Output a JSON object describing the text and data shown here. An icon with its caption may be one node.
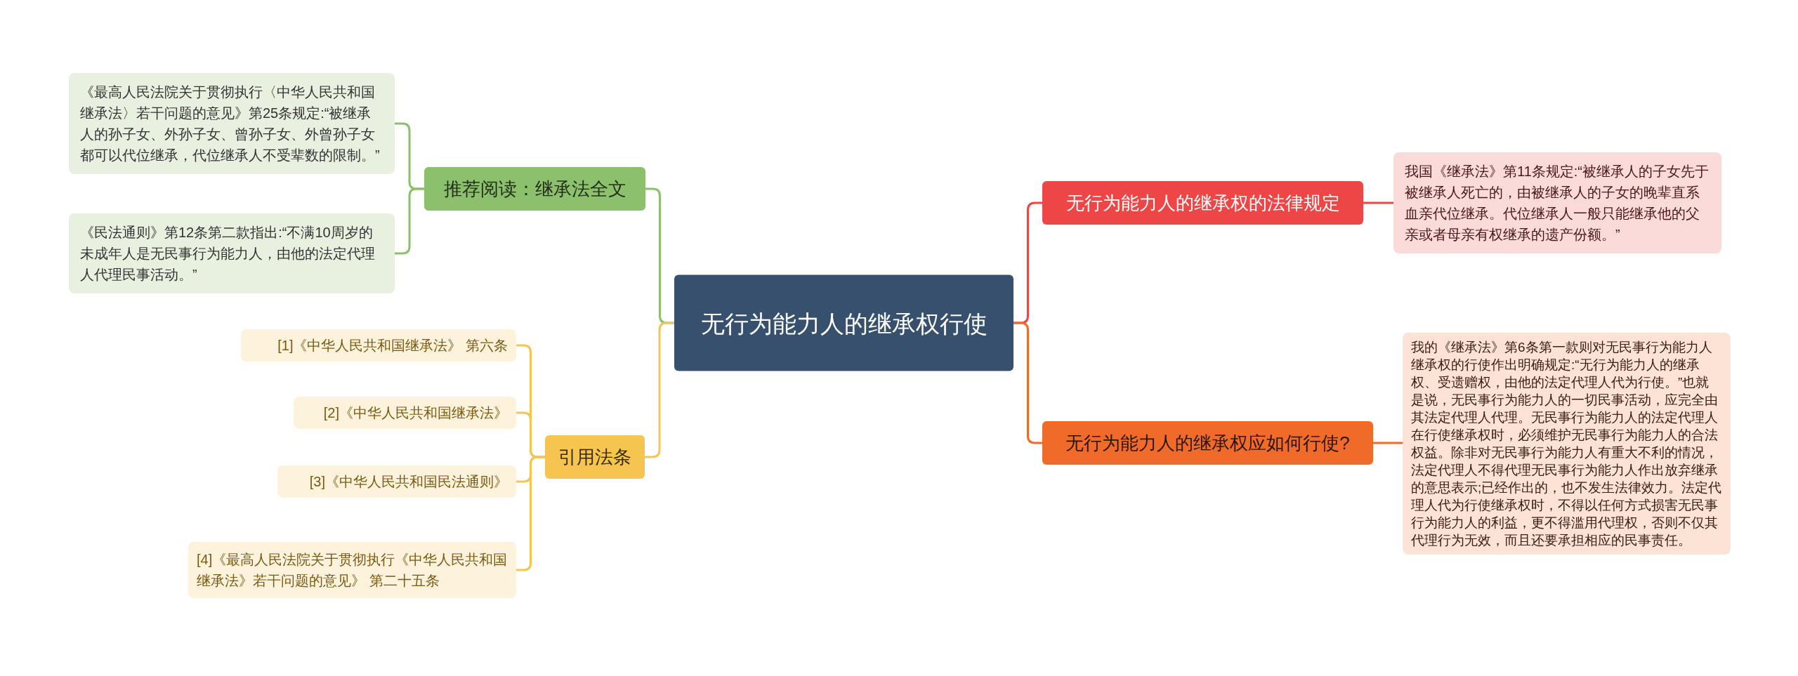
{
  "diagram": {
    "nodes": [
      {
        "text": [
          "无行为能力人的继承权行使"
        ]
      },
      {
        "text": [
          "推荐阅读：继承法全文"
        ]
      },
      {
        "text": [
          "《最高人民法院关于贯彻执行〈中华人民共和国继承法〉若干问题的意见》第25条规定:“被继承人的孙子女、外孙子女、曾孙子女、外曾孙子女都可以代位继承，代位继承人不受辈数的限制。”"
        ]
      },
      {
        "text": [
          "《民法通则》第12条第二款指出:“不满10周岁的未成年人是无民事行为能力人，由他的法定代理人代理民事活动。”"
        ]
      },
      {
        "text": [
          "引用法条"
        ]
      },
      {
        "text": [
          "[1]《中华人民共和国继承法》 第六条"
        ]
      },
      {
        "text": [
          "[2]《中华人民共和国继承法》"
        ]
      },
      {
        "text": [
          "[3]《中华人民共和国民法通则》"
        ]
      },
      {
        "text": [
          "[4]《最高人民法院关于贯彻执行《中华人民共和国继承法》若干问题的意见》 第二十五条"
        ]
      },
      {
        "text": [
          "无行为能力人的继承权的法律规定"
        ]
      },
      {
        "text": [
          "我国《继承法》第11条规定:“被继承人的子女先于被继承人死亡的，由被继承人的子女的晚辈直系血亲代位继承。代位继承人一般只能继承他的父亲或者母亲有权继承的遗产份额。”"
        ]
      },
      {
        "text": [
          "无行为能力人的继承权应如何行使?"
        ]
      },
      {
        "text": [
          "我的《继承法》第6条第一款则对无民事行为能力人继承权的行使作出明确规定:“无行为能力人的继承权、受遗赠权，由他的法定代理人代为行使。”也就是说，无民事行为能力人的一切民事活动，应完全由其法定代理人代理。无民事行为能力人的法定代理人在行使继承权时，必须维护无民事行为能力人的合法权益。除非对无民事行为能力人有重大不利的情况，法定代理人不得代理无民事行为能力人作出放弃继承的意思表示;已经作出的，也不发生法律效力。法定代理人代为行使继承权时，不得以任何方式损害无民事行为能力人的利益，更不得滥用代理权，否则不仅其代理行为无效，而且还要承担相应的民事责任。"
        ]
      }
    ],
    "edges": [
      {
        "from": 0,
        "to": 1,
        "arrow": "none",
        "color": "#8cc06c"
      },
      {
        "from": 1,
        "to": 2,
        "arrow": "none",
        "color": "#8cc06c"
      },
      {
        "from": 1,
        "to": 3,
        "arrow": "none",
        "color": "#8cc06c"
      },
      {
        "from": 0,
        "to": 4,
        "arrow": "none",
        "color": "#f5c54f"
      },
      {
        "from": 4,
        "to": 5,
        "arrow": "none",
        "color": "#f5c54f"
      },
      {
        "from": 4,
        "to": 6,
        "arrow": "none",
        "color": "#f5c54f"
      },
      {
        "from": 4,
        "to": 7,
        "arrow": "none",
        "color": "#f5c54f"
      },
      {
        "from": 4,
        "to": 8,
        "arrow": "none",
        "color": "#f5c54f"
      },
      {
        "from": 0,
        "to": 9,
        "arrow": "none",
        "color": "#ee4646"
      },
      {
        "from": 9,
        "to": 10,
        "arrow": "none",
        "color": "#ee4646"
      },
      {
        "from": 0,
        "to": 11,
        "arrow": "none",
        "color": "#f06b2a"
      },
      {
        "from": 11,
        "to": 12,
        "arrow": "none",
        "color": "#f06b2a"
      }
    ]
  }
}
